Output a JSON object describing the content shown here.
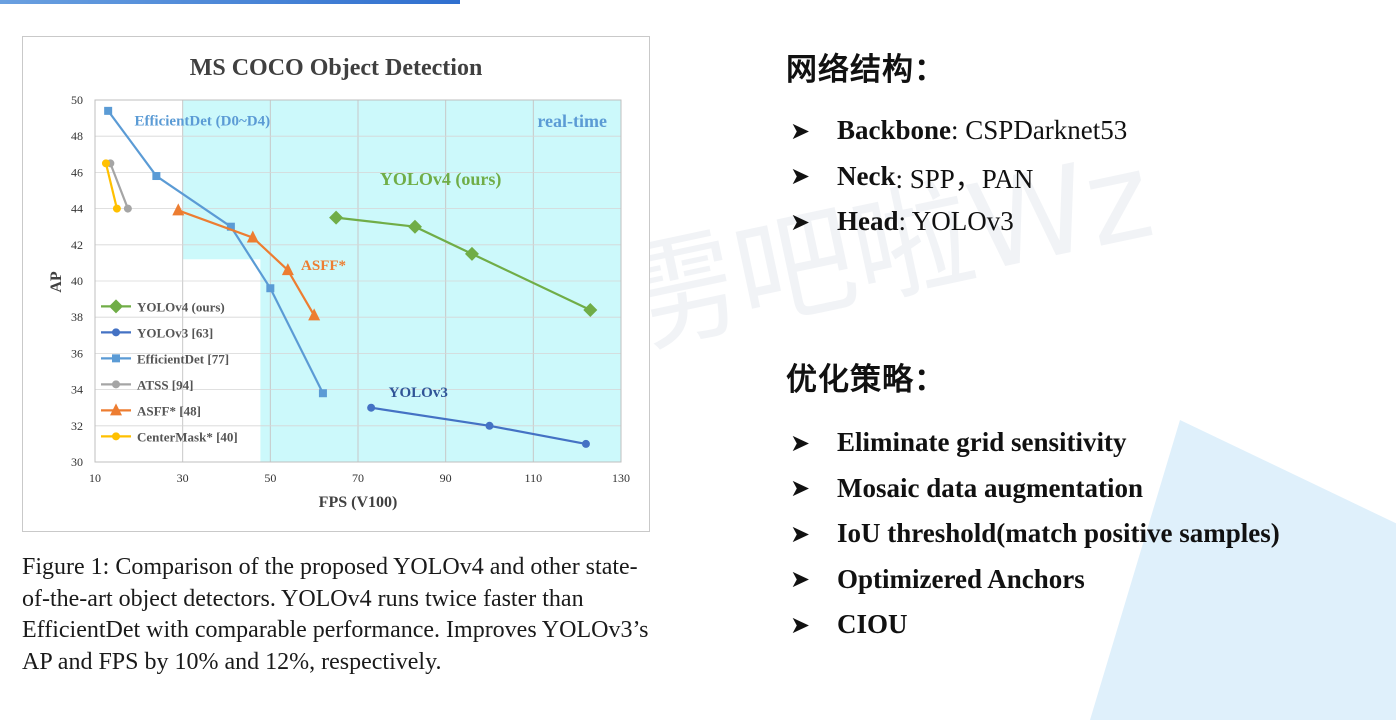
{
  "slide": {
    "section1_title": "网络结构：",
    "network": [
      {
        "bold": "Backbone",
        "rest": ": CSPDarknet53"
      },
      {
        "bold": "Neck",
        "rest": ": SPP，PAN"
      },
      {
        "bold": "Head",
        "rest": ": YOLOv3"
      }
    ],
    "section2_title": "优化策略：",
    "strategies": [
      "Eliminate grid sensitivity",
      "Mosaic data augmentation",
      "IoU threshold(match positive samples)",
      "Optimizered Anchors",
      "CIOU"
    ],
    "bullet_symbol": "➤",
    "watermark": "Bilibili: 霹雳吧啦Wz",
    "caption": "Figure 1: Comparison of the proposed YOLOv4 and other state-of-the-art object detectors. YOLOv4 runs twice faster than EfficientDet with comparable performance. Improves YOLOv3’s AP and FPS by 10% and 12%, respectively."
  },
  "chart_data": {
    "type": "line",
    "title": "MS COCO Object Detection",
    "xlabel": "FPS (V100)",
    "ylabel": "AP",
    "xlim": [
      10,
      130
    ],
    "ylim": [
      30,
      50
    ],
    "xticks": [
      10,
      30,
      50,
      70,
      90,
      110,
      130
    ],
    "yticks": [
      30,
      32,
      34,
      36,
      38,
      40,
      42,
      44,
      46,
      48,
      50
    ],
    "realtime_region": {
      "x_from": 30,
      "label": "real-time",
      "color": "#ccf9fb"
    },
    "legend_position": "left-bottom",
    "series": [
      {
        "name": "YOLOv4 (ours)",
        "color": "#70ad47",
        "marker": "diamond",
        "points": [
          [
            65,
            43.5
          ],
          [
            83,
            43.0
          ],
          [
            96,
            41.5
          ],
          [
            123,
            38.4
          ]
        ],
        "label": "YOLOv4 (ours)",
        "label_at": [
          75,
          45.3
        ]
      },
      {
        "name": "YOLOv3 [63]",
        "color": "#4472c4",
        "marker": "circle",
        "points": [
          [
            73,
            33.0
          ],
          [
            100,
            32.0
          ],
          [
            122,
            31.0
          ]
        ],
        "label": "YOLOv3",
        "label_at": [
          77,
          33.6
        ]
      },
      {
        "name": "EfficientDet [77]",
        "color": "#5b9bd5",
        "marker": "square",
        "points": [
          [
            13,
            49.4
          ],
          [
            24,
            45.8
          ],
          [
            41,
            43.0
          ],
          [
            50,
            39.6
          ],
          [
            62,
            33.8
          ]
        ],
        "label": "EfficientDet (D0~D4)",
        "label_at": [
          19,
          48.6
        ]
      },
      {
        "name": "ATSS [94]",
        "color": "#a5a5a5",
        "marker": "circle",
        "points": [
          [
            13.5,
            46.5
          ],
          [
            17.5,
            44.0
          ]
        ]
      },
      {
        "name": "ASFF* [48]",
        "color": "#ed7d31",
        "marker": "triangle",
        "points": [
          [
            29,
            43.9
          ],
          [
            46,
            42.4
          ],
          [
            54,
            40.6
          ],
          [
            60,
            38.1
          ]
        ],
        "label": "ASFF*",
        "label_at": [
          57,
          40.6
        ]
      },
      {
        "name": "CenterMask* [40]",
        "color": "#ffc000",
        "marker": "circle",
        "points": [
          [
            12.5,
            46.5
          ],
          [
            15,
            44.0
          ]
        ]
      }
    ]
  }
}
